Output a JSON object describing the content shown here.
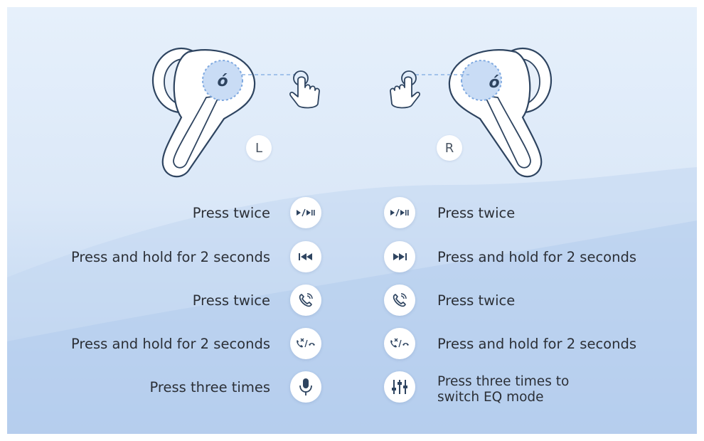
{
  "earbuds": {
    "left_label": "L",
    "right_label": "R"
  },
  "colors": {
    "stroke": "#2e4460",
    "accent": "#7fa9e0",
    "icon": "#2e4460"
  },
  "controls": [
    {
      "left_text": "Press twice",
      "left_icon": "play-pause-icon",
      "right_icon": "play-pause-icon",
      "right_text": "Press twice"
    },
    {
      "left_text": "Press and hold for 2 seconds",
      "left_icon": "previous-track-icon",
      "right_icon": "next-track-icon",
      "right_text": "Press and hold for 2 seconds"
    },
    {
      "left_text": "Press twice",
      "left_icon": "answer-call-icon",
      "right_icon": "answer-call-icon",
      "right_text": "Press twice"
    },
    {
      "left_text": "Press and hold for 2 seconds",
      "left_icon": "reject-end-call-icon",
      "right_icon": "reject-end-call-icon",
      "right_text": "Press and hold for 2 seconds"
    },
    {
      "left_text": "Press three times",
      "left_icon": "microphone-icon",
      "right_icon": "equalizer-icon",
      "right_text_line1": "Press three times to",
      "right_text_line2": "switch EQ mode"
    }
  ]
}
